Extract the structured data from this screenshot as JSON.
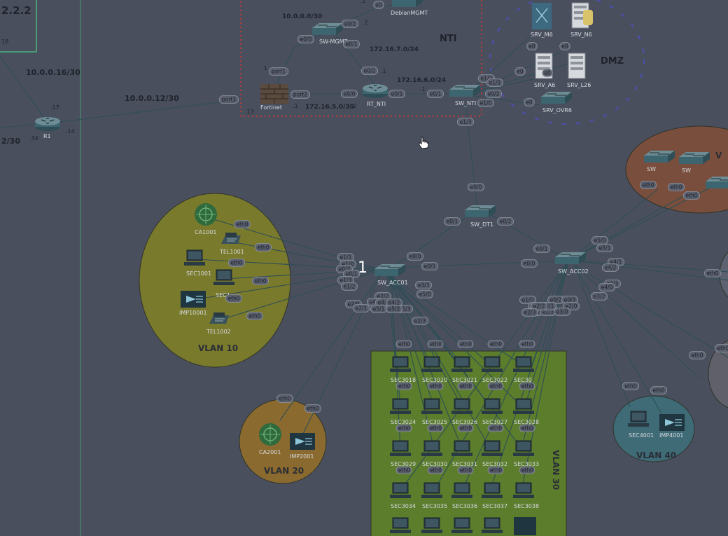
{
  "nets": {
    "n1": "2.2.2",
    "n2": "10.0.0.16/30",
    "n3": "10.0.0.12/30",
    "n4": "10.0.0.0/30",
    "n5": "172.16.7.0/24",
    "n6": "172.16.6.0/24",
    "n7": "172.16.5.0/30",
    "n8": "2/30",
    "n9": "18"
  },
  "zones": {
    "nti": "NTI",
    "dmz": "DMZ",
    "vlan10": "VLAN 10",
    "vlan20": "VLAN 20",
    "vlan30": "VLAN 30",
    "vlan40": "VLAN 40",
    "vlanpartial": "V"
  },
  "devices": {
    "r1": "R1",
    "fortinet": "Fortinet",
    "swmgmt": "SW-MGMT",
    "debian": "DebianMGMT",
    "rtnti": "RT_NTI",
    "swnti": "SW_NTI",
    "swdt1": "SW_DT1",
    "swacc01": "SW_ACC01",
    "swacc02": "SW_ACC02",
    "srvm6": "SRV_M6",
    "srvn6": "SRV_N6",
    "srva6": "SRV_A6",
    "srvl26": "SRV_L26",
    "srvovr6": "SRV_OVR6",
    "ca1001": "CA1001",
    "tel1001": "TEL1001",
    "sec1001": "SEC1001",
    "sec1002": "SEC1",
    "imp1001": "IMP10001",
    "tel1002": "TEL1002",
    "ca2001": "CA2001",
    "imp2001": "IMP2001",
    "sec4001": "SEC4001",
    "imp4001": "IMP4001",
    "secrow1": [
      "SEC3018",
      "SEC3020",
      "SEC3021",
      "SEC3022",
      "SEC30"
    ],
    "secrow2": [
      "SEC3024",
      "SEC3025",
      "SEC3026",
      "SEC3027",
      "SEC3028"
    ],
    "secrow3": [
      "SEC3029",
      "SEC3030",
      "SEC3031",
      "SEC3032",
      "SEC3033"
    ],
    "secrow4": [
      "SEC3034",
      "SEC3035",
      "SEC3036",
      "SEC3037",
      "SEC3038"
    ],
    "ssw1": "SW",
    "ssw2": "SW"
  },
  "addr": {
    "a1": ".1",
    "a2": ".1",
    "a3": ".13",
    "a4": ".1",
    "a5": ".2",
    "a6": ".2",
    "a7": ".1",
    "a8": ".1",
    "a9": ".17",
    "a10": ".34",
    "a11": ".14",
    "a12": ".1",
    "a13": ".2"
  },
  "ports": {
    "e00": "e0/0",
    "e01": "e0/1",
    "e02": "e0/2",
    "e03": "e0/3",
    "e10": "e1/0",
    "e11": "e1/1",
    "e12": "e1/2",
    "e13": "e1/3",
    "e20": "e2/0",
    "e21": "e2/1",
    "e22": "e2/2",
    "e23": "e2/3",
    "e30": "e3/0",
    "e31": "e3/1",
    "e32": "e3/2",
    "e33": "e3/3",
    "e40": "e4/0",
    "e41": "e4/1",
    "e42": "e4/2",
    "e50": "e5/0",
    "e51": "e5/1",
    "e52": "e5/2",
    "e53": "e5/3",
    "e0": "e0",
    "eth0": "eth0",
    "p1": "port1",
    "p2": "port2",
    "p3": "port3"
  },
  "page_counter": "1",
  "colors": {
    "background": "#4a4f5e",
    "vlan10": "#7a7a2c",
    "vlan20": "#8a6a2e",
    "vlan30": "#5b7d2c",
    "vlan40": "#3f6b77",
    "topright": "#7a4e3c",
    "nti_border": "#b33a3a",
    "dmz_border": "#4b4fb3"
  }
}
